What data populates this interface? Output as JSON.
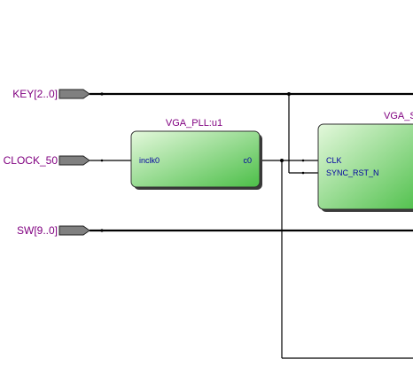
{
  "ports": {
    "key": "KEY[2..0]",
    "clock": "CLOCK_50",
    "sw": "SW[9..0]"
  },
  "blocks": {
    "pll": {
      "instance": "VGA_PLL:u1",
      "input_pin": "inclk0",
      "output_pin": "c0"
    },
    "vga": {
      "instance": "VGA_S",
      "pins": [
        "CLK",
        "SYNC_RST_N"
      ]
    }
  },
  "colors": {
    "label": "#800080",
    "pin": "#0000a0",
    "block_light": "#dff7d8",
    "block_dark": "#4ec04a",
    "block_border": "#333333",
    "port_fill": "#808080",
    "wire": "#000000"
  }
}
